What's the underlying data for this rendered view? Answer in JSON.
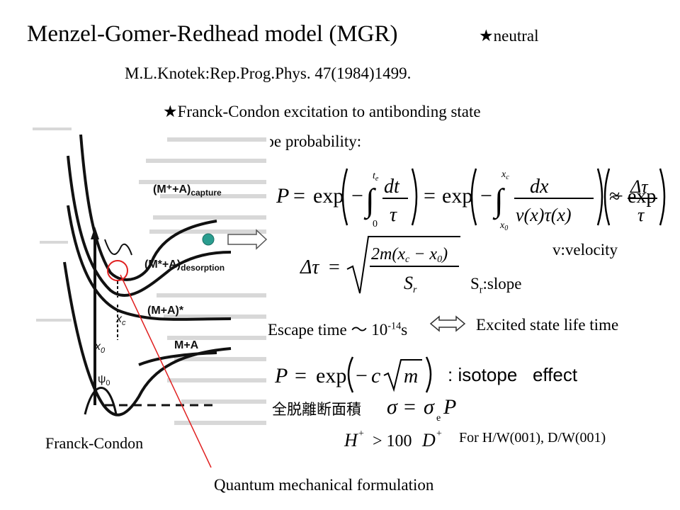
{
  "title": "Menzel-Gomer-Redhead model (MGR)",
  "neutral_note": "★neutral",
  "reference": "M.L.Knotek:Rep.Prog.Phys. 47(1984)1499.",
  "franck_condon_excitation": "★Franck-Condon excitation to antibonding state",
  "escape_probability_label": "Escape probability:",
  "velocity_note": "v:velocity",
  "slope_note": {
    "sym": "S",
    "sub": "r",
    "rest": ":slope"
  },
  "escape_time": {
    "prefix": "Escape time ～ 10",
    "exp": "-14",
    "unit": "s"
  },
  "excited_state": "Excited state life time",
  "total_cross_section_label": "全脱離断面積",
  "for_hw": "For H/W(001), D/W(001)",
  "franck_condon_label": "Franck-Condon",
  "quantum_note": "Quantum mechanical formulation",
  "equations": {
    "P": "P",
    "eq": "=",
    "exp": "exp",
    "minus": "−",
    "integral": "∫",
    "t_e": "t",
    "t_e_sub": "e",
    "zero": "0",
    "dt": "dt",
    "tau": "τ",
    "x_c": "x",
    "x_c_sub": "c",
    "x_0": "x",
    "x_0_sub": "0",
    "dx": "dx",
    "v_x_tau_x": "v(x)τ(x)",
    "approx": "≈",
    "delta_tau": "Δτ",
    "two_m": "2m(x",
    "minus_x0": " − x",
    "close": ")",
    "S_r": "S",
    "S_r_sub": "r",
    "c_sqrt_m": "c",
    "m": "m",
    "isotope": ": isotope   effect",
    "sigma": "σ",
    "sigma_e": "e",
    "H_plus": "H",
    "gt_100": "> 100",
    "D_plus": "D",
    "plus": "+"
  },
  "diagram_labels": {
    "capture": "(M⁺+A)",
    "capture_sub": "capture",
    "desorption": "(M*+A)",
    "desorption_sub": "desorption",
    "ma_star": "(M+A)*",
    "ma": "M+A",
    "xc": "x",
    "xc_sub": "c",
    "x0": "x",
    "x0_sub": "0",
    "psi0": "ψ",
    "psi0_sub": "0"
  }
}
